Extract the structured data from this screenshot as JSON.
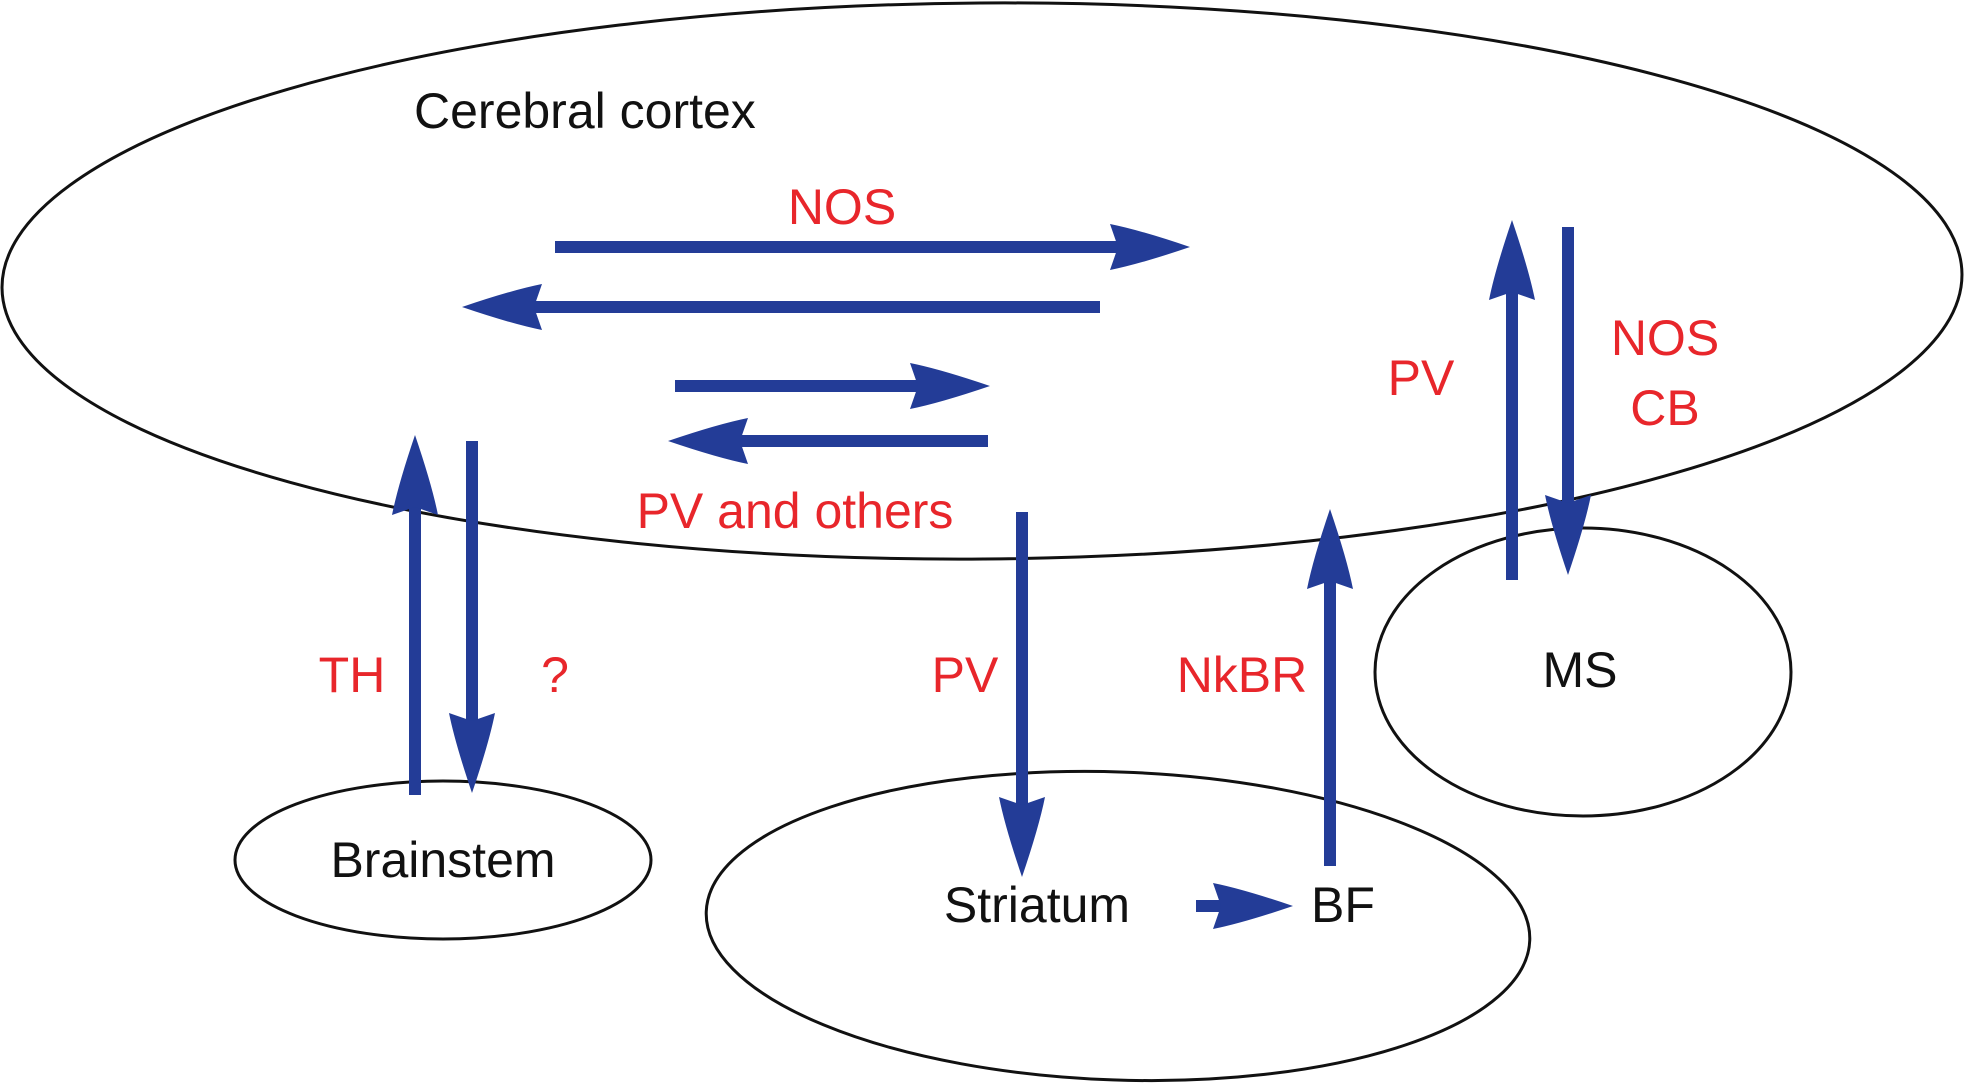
{
  "colors": {
    "arrow": "#233c97",
    "pathway_label": "#e8262b",
    "region_outline": "#111111"
  },
  "regions": {
    "cortex": "Cerebral cortex",
    "brainstem": "Brainstem",
    "striatum": "Striatum",
    "bf": "BF",
    "ms": "MS"
  },
  "pathway_labels": {
    "cortico_cortical_top": "NOS",
    "cortico_cortical_bottom": "PV and others",
    "brainstem_up": "TH",
    "brainstem_down": "?",
    "cortex_to_striatum": "PV",
    "bf_to_cortex": "NkBR",
    "ms_to_cortex": "PV",
    "cortex_to_ms_line1": "NOS",
    "cortex_to_ms_line2": "CB"
  }
}
